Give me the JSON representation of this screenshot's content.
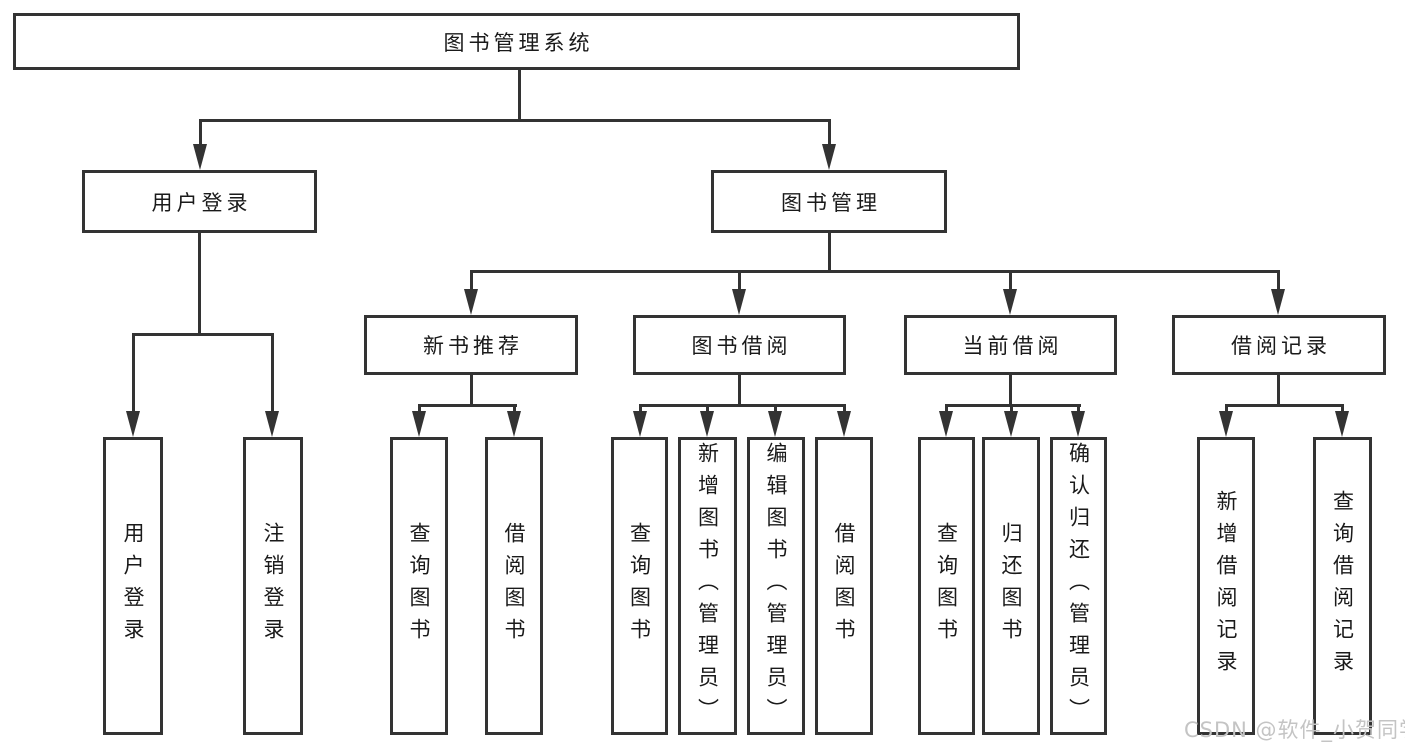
{
  "tree": {
    "label": "图书管理系统",
    "children": [
      {
        "label": "用户登录",
        "children": [
          {
            "label": "用户登录"
          },
          {
            "label": "注销登录"
          }
        ]
      },
      {
        "label": "图书管理",
        "children": [
          {
            "label": "新书推荐",
            "children": [
              {
                "label": "查询图书"
              },
              {
                "label": "借阅图书"
              }
            ]
          },
          {
            "label": "图书借阅",
            "children": [
              {
                "label": "查询图书"
              },
              {
                "label": "新增图书（管理员）"
              },
              {
                "label": "编辑图书（管理员）"
              },
              {
                "label": "借阅图书"
              }
            ]
          },
          {
            "label": "当前借阅",
            "children": [
              {
                "label": "查询图书"
              },
              {
                "label": "归还图书"
              },
              {
                "label": "确认归还（管理员）"
              }
            ]
          },
          {
            "label": "借阅记录",
            "children": [
              {
                "label": "新增借阅记录"
              },
              {
                "label": "查询借阅记录"
              }
            ]
          }
        ]
      }
    ]
  },
  "watermark": {
    "text": "CSDN @软件_小贺同学"
  },
  "colors": {
    "line": "#333333",
    "box_border": "#333333",
    "text": "#1a1a1a",
    "watermark": "#c4c4c4",
    "background": "#ffffff"
  }
}
